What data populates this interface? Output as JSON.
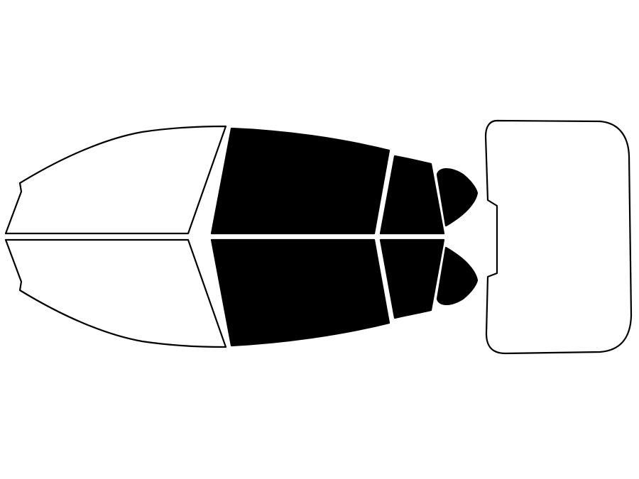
{
  "diagram": {
    "subject": "car-window-tint-layout",
    "colors": {
      "tinted": "#000000",
      "clear": "#ffffff",
      "outline": "#000000",
      "background": "#ffffff"
    },
    "panes": [
      {
        "id": "windshield-top",
        "tinted": false
      },
      {
        "id": "windshield-bottom",
        "tinted": false
      },
      {
        "id": "front-door-left",
        "tinted": true
      },
      {
        "id": "front-door-right",
        "tinted": true
      },
      {
        "id": "rear-door-left",
        "tinted": true
      },
      {
        "id": "rear-door-right",
        "tinted": true
      },
      {
        "id": "quarter-glass-left",
        "tinted": true
      },
      {
        "id": "quarter-glass-right",
        "tinted": true
      },
      {
        "id": "rear-window",
        "tinted": false
      }
    ]
  }
}
